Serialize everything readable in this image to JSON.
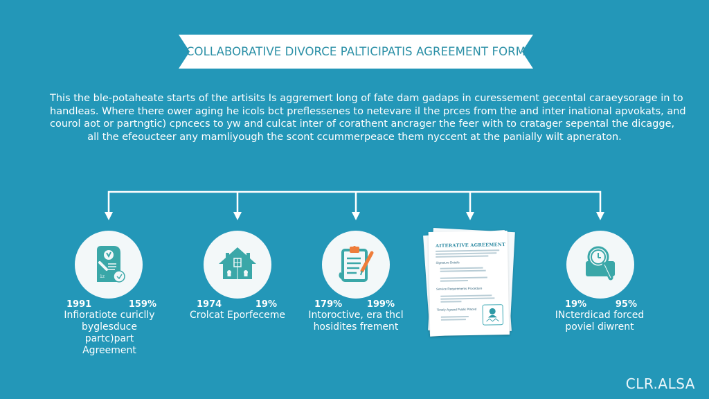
{
  "banner": {
    "title": "COLLABORATIVE DIVORCE PALTICIPATIS AGREEMENT FORM"
  },
  "intro": {
    "lines": [
      "This the ble-potaheate starts of the artisits Is aggremert long of fate dam gadaps in curessement gecental caraeysorage in to",
      "handleas. Where there ower aging he icols bct preflessenes to netevare il the prces from the and inter inational apvokats, and",
      "courol aot or partngtic) cpncecs to yw and culcat inter of corathent ancrager the feer with to cratager sepental the dicagge,",
      "all the efeoucteer any mamliyough the scont ccummerpeace them nyccent at the panially wilt apneraton."
    ]
  },
  "steps": [
    {
      "icon": "signed-document-icon",
      "stat_left": "1991",
      "stat_right": "159%",
      "caption_lines": [
        "Infioratiote curiclly",
        "byglesduce partc)part",
        "Agreement"
      ]
    },
    {
      "icon": "house-icon",
      "stat_left": "1974",
      "stat_right": "19%",
      "caption_lines": [
        "Crolcat Eporfeceme"
      ]
    },
    {
      "icon": "clipboard-pencil-icon",
      "stat_left": "179%",
      "stat_right": "199%",
      "caption_lines": [
        "Intoroctive, era thcl",
        "hosidites frement"
      ]
    },
    {
      "icon": "document-stack-icon",
      "doc_title": "AITERATIVE AGREEMENT",
      "doc_headings": [
        "Signature Details",
        "Service Requirements Procedure",
        "Timely-Agreed Public Placed"
      ]
    },
    {
      "icon": "clock-search-icon",
      "stat_left": "19%",
      "stat_right": "95%",
      "caption_lines": [
        "INcterdicad forced",
        "poviel diwrent"
      ]
    }
  ],
  "brand": {
    "label": "CLR.ALSA"
  },
  "colors": {
    "background": "#2397b8",
    "banner_fill": "#ffffff",
    "banner_text": "#2a8fa6",
    "circle_fill": "#f3f8f9",
    "icon_teal": "#3aa7a8",
    "icon_orange": "#ee7d3b",
    "connector": "#ffffff"
  }
}
